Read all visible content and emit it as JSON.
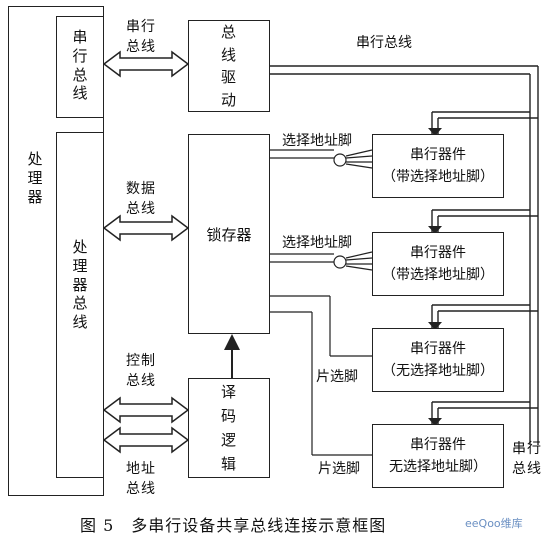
{
  "processor": {
    "title": "处理器",
    "serial_bus_label": "串行总线",
    "processor_bus_label": "处理器总线"
  },
  "blocks": {
    "bus_driver": "总线驱动",
    "latch": "锁存器",
    "decode_logic": "译码逻辑"
  },
  "bus_labels": {
    "serial_bus": "串行总线",
    "data_bus": "数据总线",
    "control_bus": "控制总线",
    "address_bus": "地址总线",
    "serial_bus_top": "串行总线",
    "serial_bus_right": "串行总线"
  },
  "devices": [
    {
      "line1": "串行器件",
      "line2": "（带选择地址脚）",
      "pin_label": "选择地址脚"
    },
    {
      "line1": "串行器件",
      "line2": "（带选择地址脚）",
      "pin_label": "选择地址脚"
    },
    {
      "line1": "串行器件",
      "line2": "（无选择地址脚）",
      "pin_label": "片选脚"
    },
    {
      "line1": "串行器件",
      "line2": "无选择地址脚）",
      "pin_label": "片选脚"
    }
  ],
  "caption": "图 5　多串行设备共享总线连接示意框图",
  "watermark": "eeQoo维库"
}
